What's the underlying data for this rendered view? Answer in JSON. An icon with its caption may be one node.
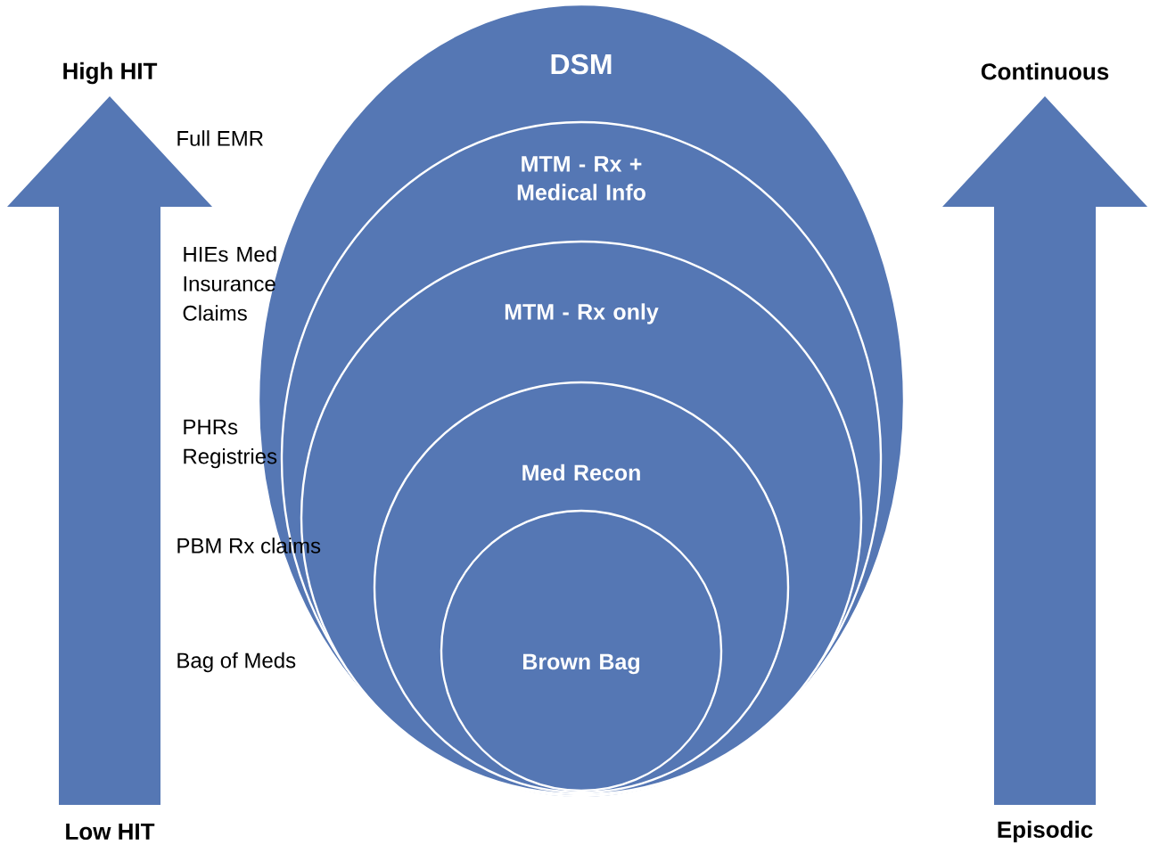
{
  "diagram": {
    "nodes": [
      {
        "text": [
          "DSM"
        ]
      },
      {
        "text": [
          "MTM - Rx + Medical Info"
        ],
        "in": 0
      },
      {
        "text": [
          "MTM - Rx only"
        ],
        "in": 1
      },
      {
        "text": [
          "Med Recon"
        ],
        "in": 2
      },
      {
        "text": [
          "Brown Bag"
        ],
        "in": 3
      },
      {
        "text": [
          "High HIT",
          "Low HIT"
        ]
      },
      {
        "text": [
          "Continuous",
          "Episodic"
        ]
      }
    ],
    "labels": [
      "Full EMR",
      "HIEs Med Insurance Claims",
      "PHRs Registries",
      "PBM Rx claims",
      "Bag of Meds"
    ]
  }
}
